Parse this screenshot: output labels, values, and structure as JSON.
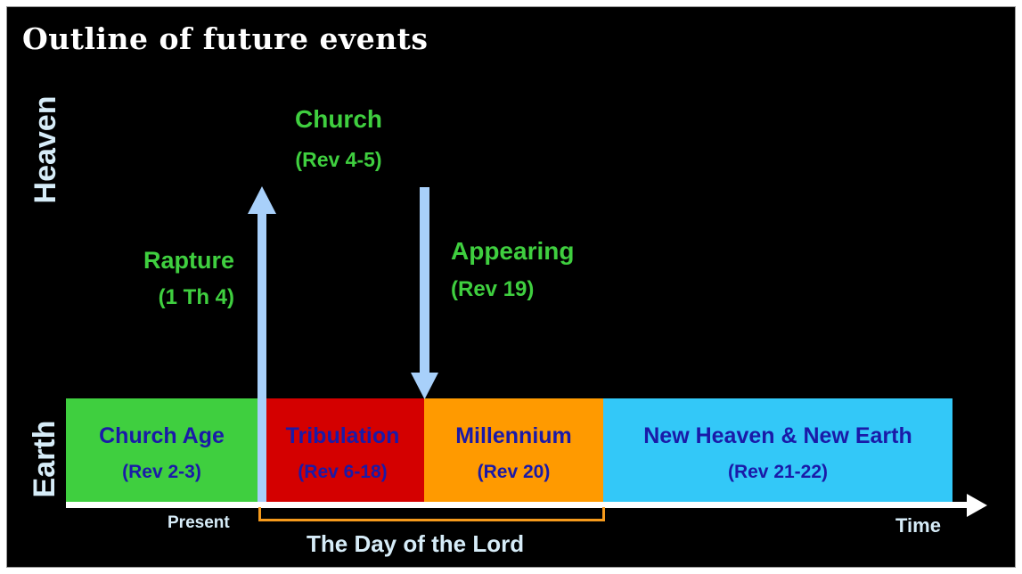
{
  "title": "Outline of future events",
  "realms": {
    "heaven": "Heaven",
    "earth": "Earth"
  },
  "events": {
    "church": {
      "label": "Church",
      "ref": "(Rev 4-5)"
    },
    "rapture": {
      "label": "Rapture",
      "ref": "(1 Th 4)",
      "direction": "up"
    },
    "appearing": {
      "label": "Appearing",
      "ref": "(Rev 19)",
      "direction": "down"
    }
  },
  "periods": [
    {
      "name": "Church Age",
      "ref": "(Rev 2-3)",
      "color": "#3fcf3f"
    },
    {
      "name": "Tribulation",
      "ref": "(Rev 6-18)",
      "color": "#d40000"
    },
    {
      "name": "Millennium",
      "ref": "(Rev 20)",
      "color": "#ff9a00"
    },
    {
      "name": "New Heaven & New Earth",
      "ref": "(Rev 21-22)",
      "color": "#33c8f8"
    }
  ],
  "axis": {
    "start_label": "Present",
    "end_label": "Time",
    "bracket_label": "The Day of the Lord",
    "bracket_color": "#f59a1c"
  },
  "colors": {
    "background": "#000000",
    "event_text": "#3fcf3f",
    "period_text": "#1a1aa8",
    "arrow": "#a8d0fa",
    "realm_text": "#d6ecf8"
  }
}
